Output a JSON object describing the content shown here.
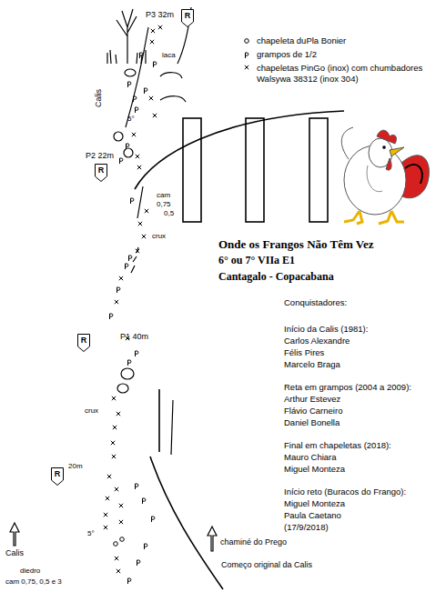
{
  "diagram": {
    "title": "Onde os Frangos Não Têm Vez",
    "nodes": [
      {
        "text": [
          "R"
        ]
      },
      {
        "text": [
          "R"
        ]
      },
      {
        "text": [
          "R"
        ]
      },
      {
        "text": [
          "R"
        ]
      }
    ],
    "labels": [
      "P3 32m",
      "laca",
      "Calis",
      "5°",
      "P2 22m",
      "cam",
      "0,75",
      "0,5",
      "crux",
      "P1 40m",
      "crux",
      "20m",
      "5°",
      "Calis",
      "diedro",
      "cam 0,75, 0,5 e 3",
      "chaminé do Prego",
      "Começo original da Calis",
      "6° ou 7° VIIa E1",
      "Cantagalo - Copacabana",
      "Conquistadores:",
      "Início da Calis  (1981):",
      "Carlos Alexandre",
      "Félis Pires",
      "Marcelo Braga",
      "Reta em grampos  (2004 a 2009):",
      "Arthur Estevez",
      "Flávio Carneiro",
      "Daniel Bonella",
      "Final em chapeletas (2018):",
      "Mauro Chiara",
      "Miguel Monteza",
      "Início reto (Buracos do Frango):",
      "Miguel Monteza",
      "Paula Caetano",
      "(17/9/2018)"
    ],
    "legend": [
      {
        "text": "chapeleta duPla Bonier"
      },
      {
        "text": "grampos de 1/2"
      },
      {
        "text": "chapeletas PinGo (inox) com chumbadores Walsywa 38312 (inox 304)"
      }
    ]
  }
}
